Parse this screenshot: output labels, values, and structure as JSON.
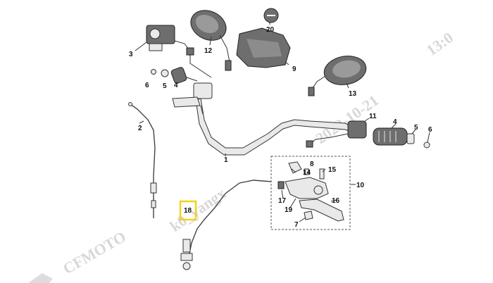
{
  "diagram": {
    "watermark": {
      "date": "2022-10-21",
      "time": "13:0",
      "user": "k0_yangx",
      "brand": "CFMOTO"
    },
    "callouts": [
      {
        "id": "c1",
        "label": "1"
      },
      {
        "id": "c2",
        "label": "2"
      },
      {
        "id": "c3",
        "label": "3"
      },
      {
        "id": "c4a",
        "label": "4"
      },
      {
        "id": "c4b",
        "label": "4"
      },
      {
        "id": "c5a",
        "label": "5"
      },
      {
        "id": "c5b",
        "label": "5"
      },
      {
        "id": "c6a",
        "label": "6"
      },
      {
        "id": "c6b",
        "label": "6"
      },
      {
        "id": "c7",
        "label": "7"
      },
      {
        "id": "c8",
        "label": "8"
      },
      {
        "id": "c9",
        "label": "9"
      },
      {
        "id": "c10",
        "label": "10"
      },
      {
        "id": "c11",
        "label": "11"
      },
      {
        "id": "c12",
        "label": "12"
      },
      {
        "id": "c13",
        "label": "13"
      },
      {
        "id": "c14",
        "label": "14"
      },
      {
        "id": "c15",
        "label": "15"
      },
      {
        "id": "c16",
        "label": "16"
      },
      {
        "id": "c17",
        "label": "17"
      },
      {
        "id": "c18",
        "label": "18"
      },
      {
        "id": "c19",
        "label": "19"
      },
      {
        "id": "c20",
        "label": "20"
      }
    ],
    "highlighted_callout": "18",
    "highlight_color": "#f2d21b"
  }
}
